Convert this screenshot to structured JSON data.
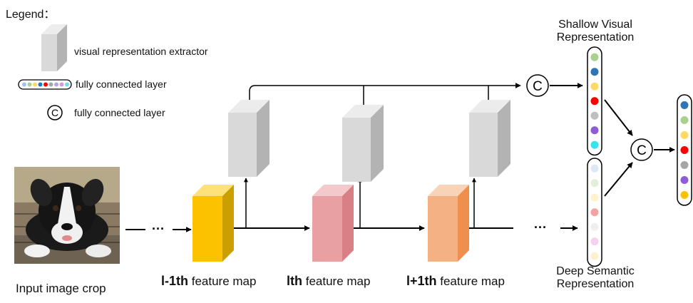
{
  "legend": {
    "title": "Legend：",
    "extractor_label": "visual representation extractor",
    "fc_layer_label": "fully connected layer",
    "concat_label": "fully connected layer"
  },
  "concat_symbol": "C",
  "input_caption": "Input image crop",
  "feature_maps": [
    {
      "index_label": "l-1th",
      "suffix": " feature map",
      "color_front": "#fcc200",
      "color_side": "#c9a000",
      "color_top": "#fde27a"
    },
    {
      "index_label": "lth",
      "suffix": " feature map",
      "color_front": "#e8a0a3",
      "color_side": "#d98086",
      "color_top": "#f3c9cb"
    },
    {
      "index_label": "l+1th",
      "suffix": " feature map",
      "color_front": "#f4b183",
      "color_side": "#ee8f4e",
      "color_top": "#f9d3b7"
    }
  ],
  "extractor_colors": {
    "front": "#d9d9d9",
    "side": "#b3b3b3",
    "top": "#ececec"
  },
  "ellipsis": "···",
  "shallow_label": "Shallow Visual Representation",
  "deep_label": "Deep Semantic Representation",
  "legend_fc_colors": [
    "#9dc3e6",
    "#a9d18e",
    "#ffd966",
    "#2e75b6",
    "#ff0000",
    "#a6a6a6",
    "#b4a7d6",
    "#c9a0dc",
    "#70dfe8"
  ],
  "shallow_colors": [
    "#a9d18e",
    "#2e75b6",
    "#ffd966",
    "#ff0000",
    "#bfbfbf",
    "#8e5cd6",
    "#33e6ee"
  ],
  "deep_colors": [
    "#dde8f6",
    "#e2efd9",
    "#fff2cc",
    "#f4a3a3",
    "#efefef",
    "#f5d0f0",
    "#fdf0cf"
  ],
  "final_colors": [
    "#2e75b6",
    "#a9d18e",
    "#ffd966",
    "#ff0000",
    "#a6a6a6",
    "#8e5cd6",
    "#ffc000"
  ]
}
